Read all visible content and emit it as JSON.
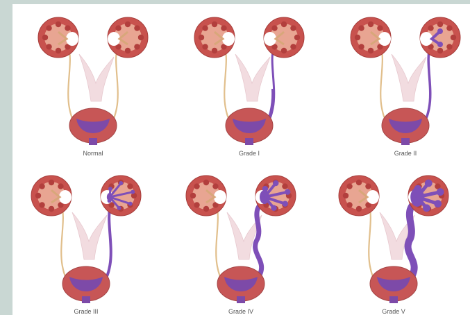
{
  "panels": [
    {
      "label": "Normal",
      "grade": 0
    },
    {
      "label": "Grade I",
      "grade": 1
    },
    {
      "label": "Grade II",
      "grade": 2
    },
    {
      "label": "Grade III",
      "grade": 3
    },
    {
      "label": "Grade IV",
      "grade": 4
    },
    {
      "label": "Grade V",
      "grade": 5
    }
  ],
  "colors": {
    "background": "#c9d7d3",
    "kidney": "#c8524e",
    "kidney_inner": "#f3c2aa",
    "calyx": "#d8a77a",
    "reflux": "#7e4fb8",
    "ureter": "#e1bf8c",
    "bladder_wall": "#c75656",
    "bladder_lumen": "#7d4aa8",
    "urethra": "#f2dce0"
  }
}
